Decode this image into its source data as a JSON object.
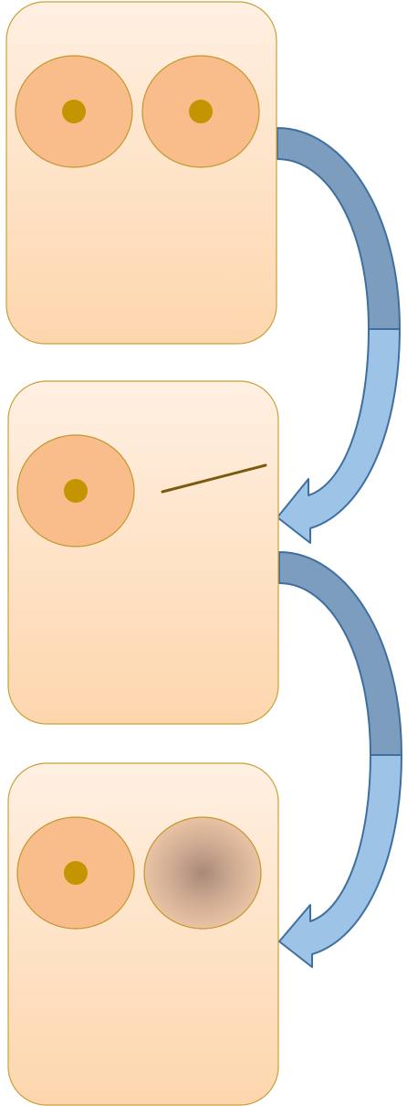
{
  "diagram": {
    "panels": [
      {
        "id": "panel-1",
        "cells": [
          {
            "kind": "cell-with-nucleus"
          },
          {
            "kind": "cell-with-nucleus"
          }
        ]
      },
      {
        "id": "panel-2",
        "cells": [
          {
            "kind": "cell-with-nucleus"
          },
          {
            "kind": "line-segment"
          }
        ]
      },
      {
        "id": "panel-3",
        "cells": [
          {
            "kind": "cell-with-nucleus"
          },
          {
            "kind": "diffuse-cell"
          }
        ]
      }
    ],
    "arrows": [
      {
        "from": "panel-1",
        "to": "panel-2",
        "style": "curved-block-arrow"
      },
      {
        "from": "panel-2",
        "to": "panel-3",
        "style": "curved-block-arrow"
      }
    ],
    "colors": {
      "panel_fill_top": "#fff0e2",
      "panel_fill_bottom": "#fdd6ad",
      "panel_stroke": "#c8a03a",
      "cell_fill": "#f8bd8b",
      "cell_stroke": "#c4962a",
      "nucleus": "#c49500",
      "line_segment": "#7a5a10",
      "diffuse_center": "#a78a78",
      "diffuse_edge": "#e9c3a4",
      "arrow_front": "#9dc3e6",
      "arrow_back": "#7c9dbd",
      "arrow_stroke": "#3f6fa0"
    }
  }
}
